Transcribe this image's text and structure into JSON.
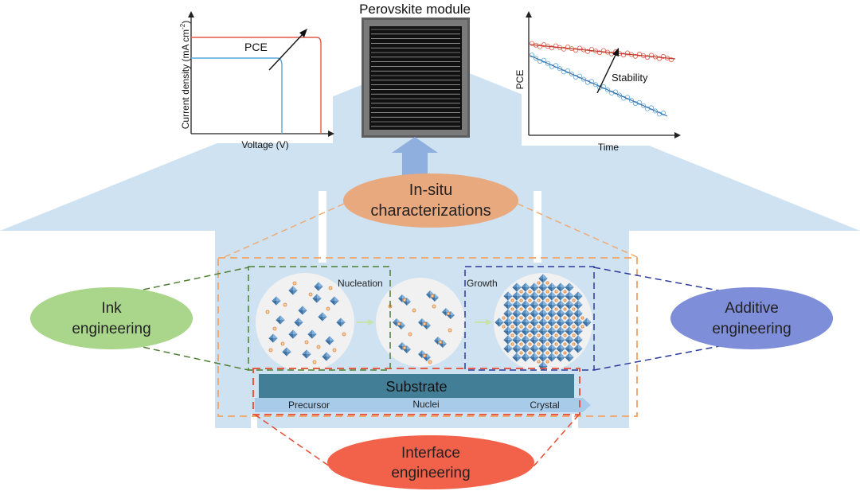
{
  "module": {
    "title": "Perovskite module"
  },
  "jv_chart": {
    "ylabel": "Current density  (mA cm",
    "ylabel_sup": "-2",
    "ylabel_end": ")",
    "xlabel": "Voltage (V)",
    "annotation": "PCE"
  },
  "stability_chart": {
    "ylabel": "PCE",
    "xlabel": "Time",
    "annotation": "Stability"
  },
  "labels": {
    "in_situ_line1": "In-situ",
    "in_situ_line2": "characterizations",
    "ink_line1": "Ink",
    "ink_line2": "engineering",
    "additive_line1": "Additive",
    "additive_line2": "engineering",
    "interface_line1": "Interface",
    "interface_line2": "engineering",
    "nucleation": "Nucleation",
    "growth": "Growth",
    "substrate": "Substrate",
    "precursor": "Precursor",
    "nuclei": "Nuclei",
    "crystal": "Crystal"
  },
  "colors": {
    "house": "#cfe2f1",
    "in_situ": "#e9a97e",
    "ink": "#a9d68a",
    "additive": "#7f8ed9",
    "interface": "#f2614a",
    "substrate": "#427f96",
    "crystal": "#5d8fbe",
    "red_curve": "#e05a48",
    "blue_curve": "#5aa6d8",
    "green_dash": "#4f7f32",
    "blue_dash": "#2b3a9a",
    "orange_dash": "#efab73",
    "red_dash": "#e54b33"
  }
}
